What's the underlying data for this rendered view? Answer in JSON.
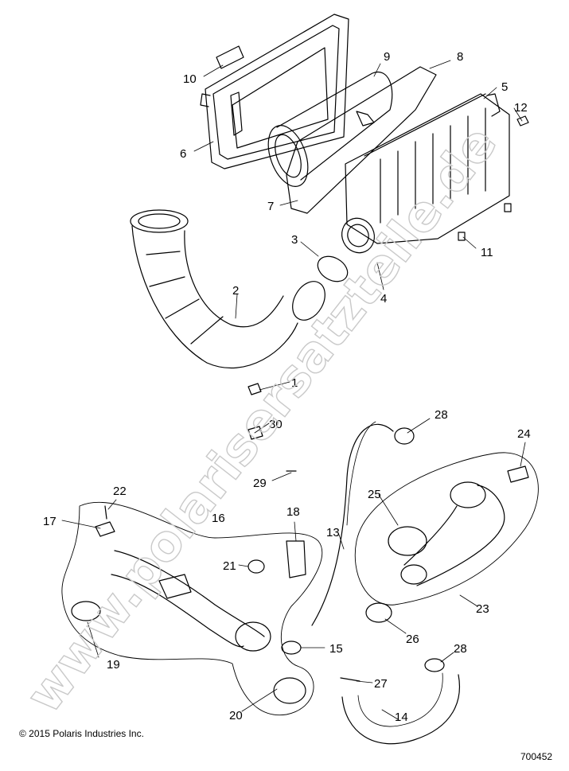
{
  "figure": {
    "copyright": "© 2015 Polaris Industries Inc.",
    "drawing_number": "700452",
    "watermark": "www.polarisersatzteile.de"
  },
  "callouts": [
    "1",
    "2",
    "3",
    "4",
    "5",
    "6",
    "7",
    "8",
    "9",
    "10",
    "11",
    "12",
    "13",
    "14",
    "15",
    "16",
    "17",
    "18",
    "19",
    "20",
    "21",
    "22",
    "23",
    "24",
    "25",
    "26",
    "27",
    "28",
    "28",
    "29",
    "30"
  ],
  "colors": {
    "line": "#000000",
    "watermark": "#c9c9c9"
  }
}
